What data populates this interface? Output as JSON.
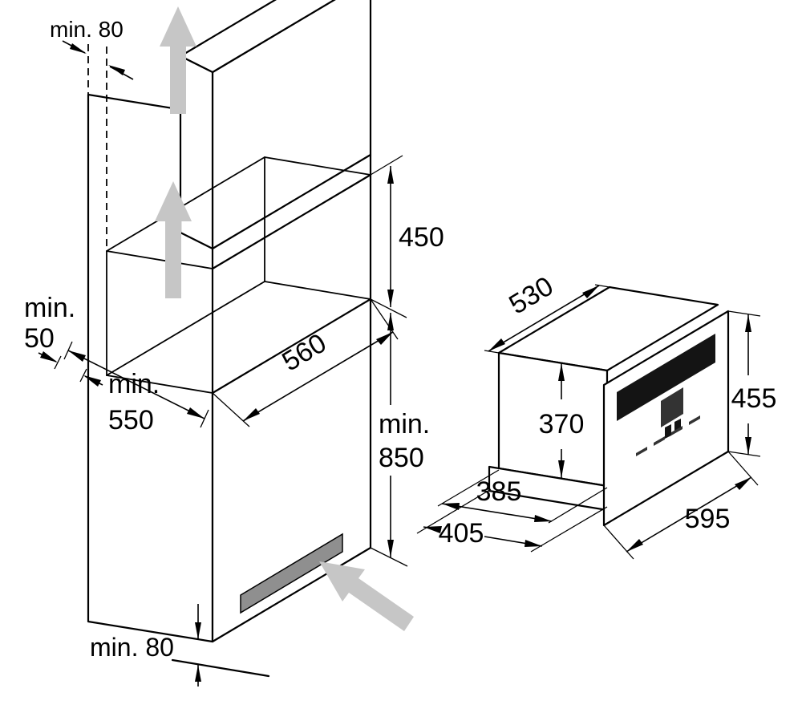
{
  "cabinet": {
    "top_clearance": "min. 80",
    "niche_height": "450",
    "niche_width": "560",
    "rear_gap_line1": "min.",
    "rear_gap_line2": "50",
    "depth_line1": "min.",
    "depth_line2": "550",
    "min_height_line1": "min.",
    "min_height_line2": "850",
    "bottom_clearance": "min. 80"
  },
  "appliance": {
    "body_width": "530",
    "body_height": "370",
    "front_height": "455",
    "body_depth": "385",
    "total_depth": "405",
    "front_width": "595"
  },
  "colors": {
    "arrow_gray": "#c6c6c6",
    "vent_gray": "#8f8f8f",
    "display_black": "#141414",
    "detail_gray": "#333333"
  }
}
